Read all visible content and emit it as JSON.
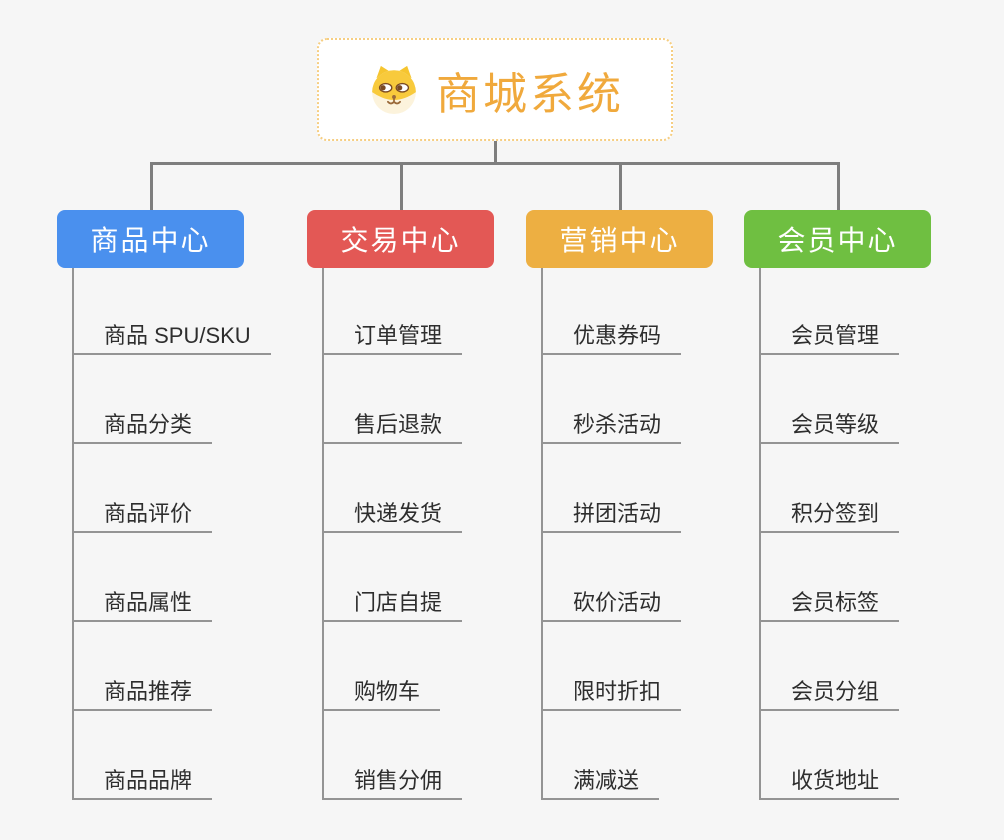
{
  "root": {
    "title": "商城系统",
    "icon": "shiba-dog-icon"
  },
  "colors": {
    "root_text": "#F0A93C",
    "root_border": "#F6CE82",
    "connector": "#7E7E7E",
    "leaf_line": "#949494",
    "leaf_text": "#2E2E2E",
    "background": "#F6F6F6"
  },
  "branches": [
    {
      "label": "商品中心",
      "color": "#4A90EE",
      "children": [
        "商品 SPU/SKU",
        "商品分类",
        "商品评价",
        "商品属性",
        "商品推荐",
        "商品品牌"
      ]
    },
    {
      "label": "交易中心",
      "color": "#E35855",
      "children": [
        "订单管理",
        "售后退款",
        "快递发货",
        "门店自提",
        "购物车",
        "销售分佣"
      ]
    },
    {
      "label": "营销中心",
      "color": "#EDAF42",
      "children": [
        "优惠券码",
        "秒杀活动",
        "拼团活动",
        "砍价活动",
        "限时折扣",
        "满减送"
      ]
    },
    {
      "label": "会员中心",
      "color": "#6FBF41",
      "children": [
        "会员管理",
        "会员等级",
        "积分签到",
        "会员标签",
        "会员分组",
        "收货地址"
      ]
    }
  ]
}
